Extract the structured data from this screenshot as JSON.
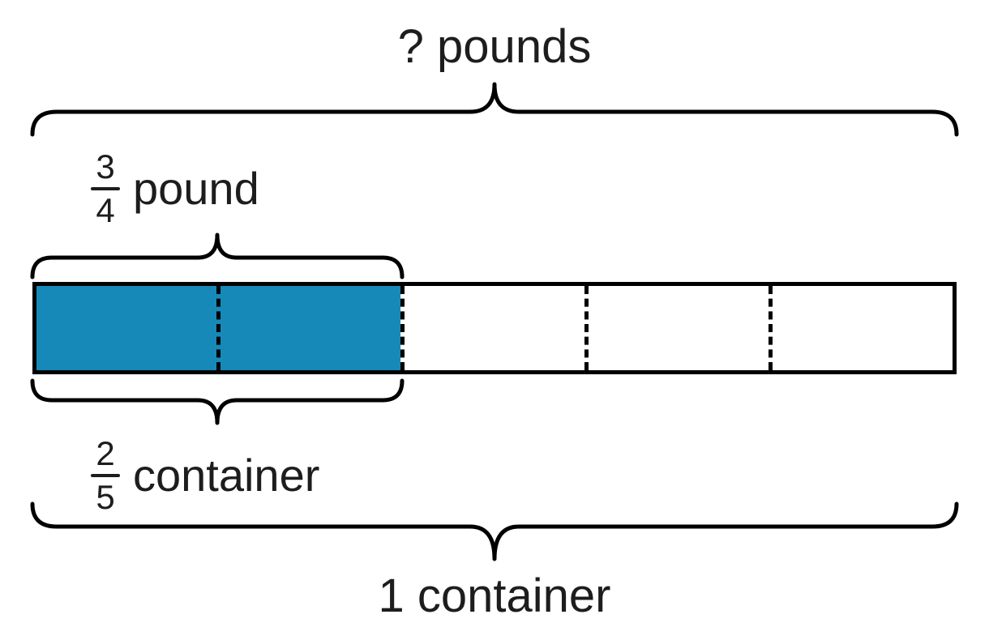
{
  "diagram": {
    "top_label": "? pounds",
    "pound_measure": {
      "numerator": "3",
      "denominator": "4",
      "unit": "pound"
    },
    "container_measure": {
      "numerator": "2",
      "denominator": "5",
      "unit": "container"
    },
    "bottom_label": "1 container",
    "bar": {
      "total_segments": 5,
      "shaded_segments": 2,
      "shaded_color": "#1789b9",
      "outline_color": "#000000"
    }
  }
}
